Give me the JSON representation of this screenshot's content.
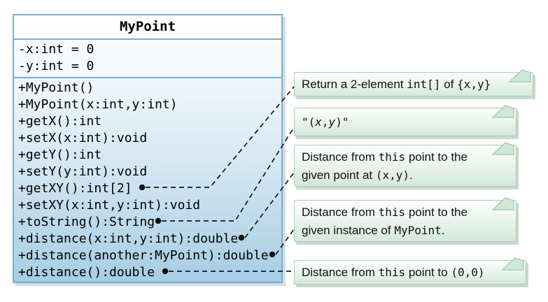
{
  "class_diagram": {
    "name": "MyPoint",
    "fields": [
      "-x:int = 0",
      "-y:int = 0"
    ],
    "methods": [
      {
        "text": "+MyPoint()"
      },
      {
        "text": "+MyPoint(x:int,y:int)"
      },
      {
        "text": "+getX():int"
      },
      {
        "text": "+setX(x:int):void"
      },
      {
        "text": "+getY():int"
      },
      {
        "text": "+setY(y:int):void"
      },
      {
        "text": "+getXY():int[2]",
        "bullet": true
      },
      {
        "text": "+setXY(x:int,y:int):void"
      },
      {
        "text": "+toString():String",
        "bullet": true
      },
      {
        "text": "+distance(x:int,y:int):double",
        "bullet": true
      },
      {
        "text": "+distance(another:MyPoint):double",
        "bullet": true
      },
      {
        "text": "+distance():double",
        "bullet": true
      }
    ]
  },
  "notes": [
    {
      "id": "note-getxy",
      "segments": [
        {
          "t": "Return a 2-element ",
          "s": "p"
        },
        {
          "t": "int[]",
          "s": "c"
        },
        {
          "t": " of ",
          "s": "p"
        },
        {
          "t": "{x,y}",
          "s": "c"
        }
      ]
    },
    {
      "id": "note-tostring",
      "segments": [
        {
          "t": "\"(",
          "s": "c"
        },
        {
          "t": "x",
          "s": "ci"
        },
        {
          "t": ",",
          "s": "c"
        },
        {
          "t": "y",
          "s": "ci"
        },
        {
          "t": ")\"",
          "s": "c"
        }
      ]
    },
    {
      "id": "note-distance-xy",
      "segments": [
        {
          "t": "Distance from ",
          "s": "p"
        },
        {
          "t": "this",
          "s": "c"
        },
        {
          "t": " point to the",
          "s": "p"
        },
        {
          "s": "br"
        },
        {
          "t": "given point at ",
          "s": "p"
        },
        {
          "t": "(x,y)",
          "s": "c"
        },
        {
          "t": ".",
          "s": "p"
        }
      ]
    },
    {
      "id": "note-distance-another",
      "segments": [
        {
          "t": "Distance from ",
          "s": "p"
        },
        {
          "t": "this",
          "s": "c"
        },
        {
          "t": " point to the",
          "s": "p"
        },
        {
          "s": "br"
        },
        {
          "t": "given instance of ",
          "s": "p"
        },
        {
          "t": "MyPoint",
          "s": "c"
        },
        {
          "t": ".",
          "s": "p"
        }
      ]
    },
    {
      "id": "note-distance-origin",
      "segments": [
        {
          "t": "Distance from ",
          "s": "p"
        },
        {
          "t": "this",
          "s": "c"
        },
        {
          "t": " point to ",
          "s": "p"
        },
        {
          "t": "(0,0)",
          "s": "c"
        }
      ]
    }
  ],
  "connectors": [
    {
      "method": "+getXY():int[2]",
      "note": "note-getxy"
    },
    {
      "method": "+toString():String",
      "note": "note-tostring"
    },
    {
      "method": "+distance(x:int,y:int):double",
      "note": "note-distance-xy"
    },
    {
      "method": "+distance(another:MyPoint):double",
      "note": "note-distance-another"
    },
    {
      "method": "+distance():double",
      "note": "note-distance-origin"
    }
  ],
  "colors": {
    "class_border": "#79aecd",
    "class_fill_top": "#ffffff",
    "class_fill_bottom": "#a6cde3",
    "note_border": "#a9ceb5",
    "note_fill_top": "#fcfefc",
    "note_fill_bottom": "#d4e9dc",
    "connector": "#161616",
    "text": "#000000"
  }
}
